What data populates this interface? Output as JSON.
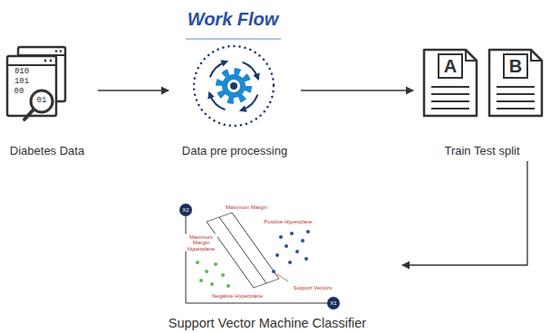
{
  "diagram": {
    "title": "Work Flow",
    "nodes": [
      {
        "text": [
          "Diabetes Data"
        ]
      },
      {
        "text": [
          "Data pre processing"
        ]
      },
      {
        "text": [
          "Train Test split"
        ]
      },
      {
        "text": [
          "Support Vector Machine Classifier"
        ]
      }
    ],
    "edges": [
      {
        "from": 0,
        "to": 1,
        "arrow": "to"
      },
      {
        "from": 1,
        "to": 2,
        "arrow": "to"
      },
      {
        "from": 2,
        "to": 3,
        "arrow": "to"
      }
    ],
    "labels": [
      "010",
      "101",
      "00",
      "01",
      "A",
      "B",
      "X2",
      "X1",
      "Maximum Margin",
      "Positive Hyperplane",
      "Maximum Margin Hyperplane",
      "Negative Hyperplane",
      "Support Vectors"
    ]
  }
}
